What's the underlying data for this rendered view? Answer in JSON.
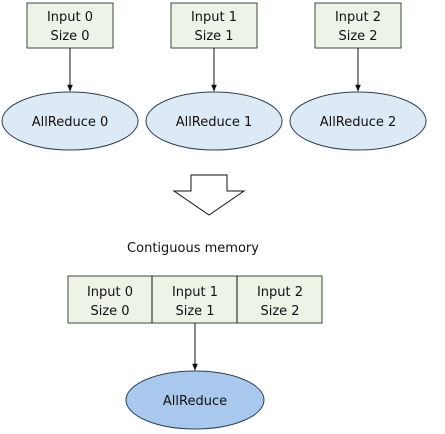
{
  "inputs": [
    {
      "line1": "Input 0",
      "line2": "Size 0",
      "reduce": "AllReduce 0"
    },
    {
      "line1": "Input 1",
      "line2": "Size 1",
      "reduce": "AllReduce 1"
    },
    {
      "line1": "Input 2",
      "line2": "Size 2",
      "reduce": "AllReduce 2"
    }
  ],
  "caption": "Contiguous memory",
  "contiguous": [
    {
      "line1": "Input 0",
      "line2": "Size 0"
    },
    {
      "line1": "Input 1",
      "line2": "Size 1"
    },
    {
      "line1": "Input 2",
      "line2": "Size 2"
    }
  ],
  "merged_reduce": "AllReduce",
  "colors": {
    "box_fill": "#eef3e8",
    "ellipse_fill": "#dde9f5",
    "merged_ellipse_fill": "#a8c8ee"
  }
}
